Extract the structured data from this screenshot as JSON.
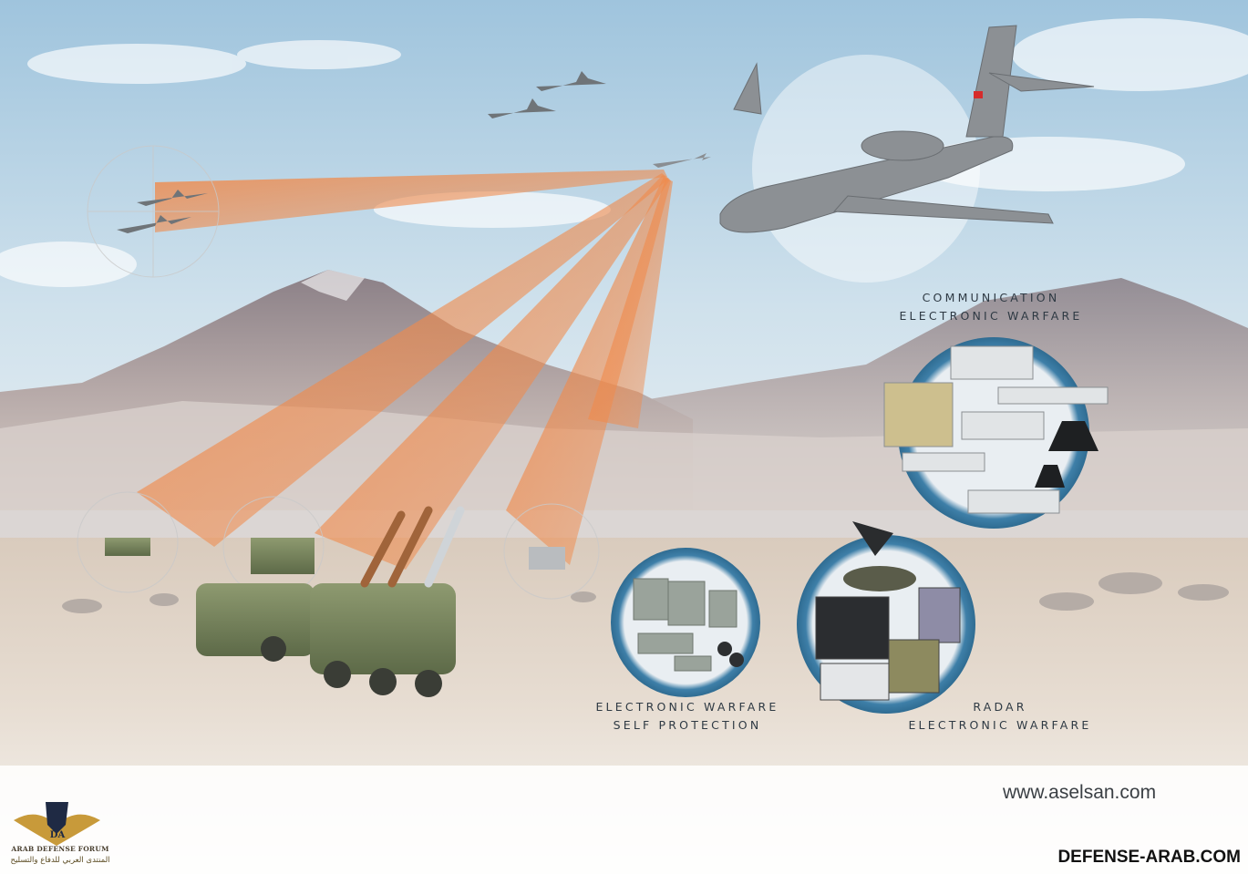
{
  "labels": {
    "communication": [
      "COMMUNICATION",
      "ELECTRONIC WARFARE"
    ],
    "self_protection": [
      "ELECTRONIC WARFARE",
      "SELF PROTECTION"
    ],
    "radar": [
      "RADAR",
      "ELECTRONIC WARFARE"
    ]
  },
  "website": "www.aselsan.com",
  "watermark": {
    "site": "DEFENSE-ARAB.COM",
    "logo_initials": "DA",
    "forum_name": "ARAB DEFENSE FORUM",
    "forum_arabic": "المنتدى العربي للدفاع والتسليح"
  },
  "colors": {
    "beam": "#f08a4b",
    "circle": "#3e7fa8",
    "text": "#2f3a44"
  }
}
